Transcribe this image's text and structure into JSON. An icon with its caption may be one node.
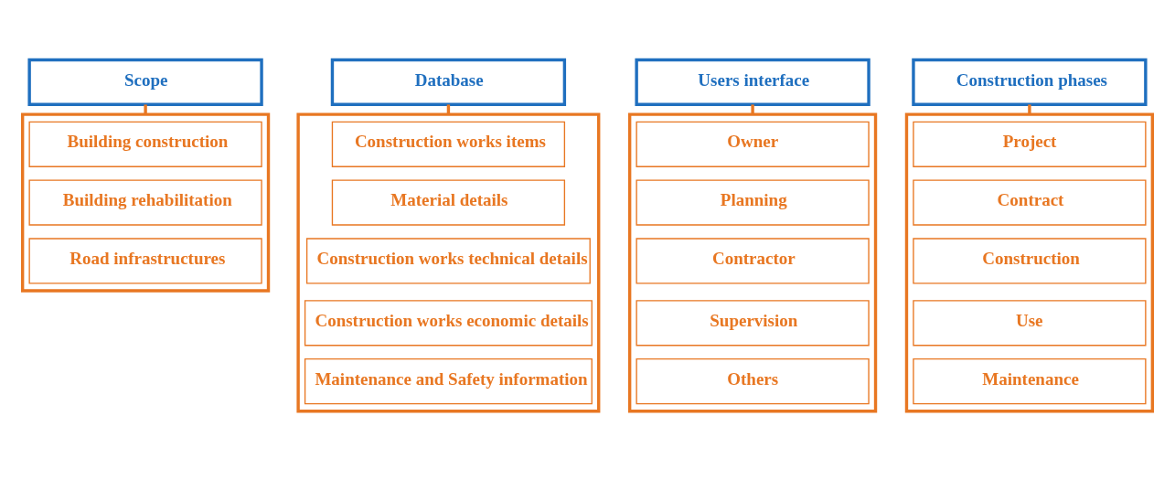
{
  "diagram": {
    "nodes": [
      {
        "text": [
          "Scope"
        ]
      },
      {
        "text": [],
        "shape": "box"
      },
      {
        "text": [
          "Building construction"
        ],
        "in": 1
      },
      {
        "text": [
          "Building rehabilitation"
        ],
        "in": 1
      },
      {
        "text": [
          "Road infrastructures"
        ],
        "in": 1
      },
      {
        "text": [
          "Database"
        ]
      },
      {
        "text": [],
        "shape": "box"
      },
      {
        "text": [
          "Construction works items"
        ],
        "in": 6
      },
      {
        "text": [
          "Material details"
        ],
        "in": 6
      },
      {
        "text": [
          "Construction works technical details"
        ],
        "in": 6
      },
      {
        "text": [
          "Construction works economic details"
        ],
        "in": 6
      },
      {
        "text": [
          "Maintenance and Safety information"
        ],
        "in": 6
      },
      {
        "text": [
          "Users interface"
        ]
      },
      {
        "text": [],
        "shape": "box"
      },
      {
        "text": [
          "Owner"
        ],
        "in": 13
      },
      {
        "text": [
          "Planning"
        ],
        "in": 13
      },
      {
        "text": [
          "Contractor"
        ],
        "in": 13
      },
      {
        "text": [
          "Supervision"
        ],
        "in": 13
      },
      {
        "text": [
          "Others"
        ],
        "in": 13
      },
      {
        "text": [
          "Construction phases"
        ]
      },
      {
        "text": [],
        "shape": "box"
      },
      {
        "text": [
          "Project"
        ],
        "in": 20
      },
      {
        "text": [
          "Contract"
        ],
        "in": 20
      },
      {
        "text": [
          "Construction"
        ],
        "in": 20
      },
      {
        "text": [
          "Use"
        ],
        "in": 20
      },
      {
        "text": [
          "Maintenance"
        ],
        "in": 20
      }
    ],
    "edges": [
      {
        "from": 0,
        "to": 1,
        "arrow": "none"
      },
      {
        "from": 5,
        "to": 6,
        "arrow": "none"
      },
      {
        "from": 12,
        "to": 13,
        "arrow": "none"
      },
      {
        "from": 19,
        "to": 20,
        "arrow": "none"
      }
    ]
  }
}
